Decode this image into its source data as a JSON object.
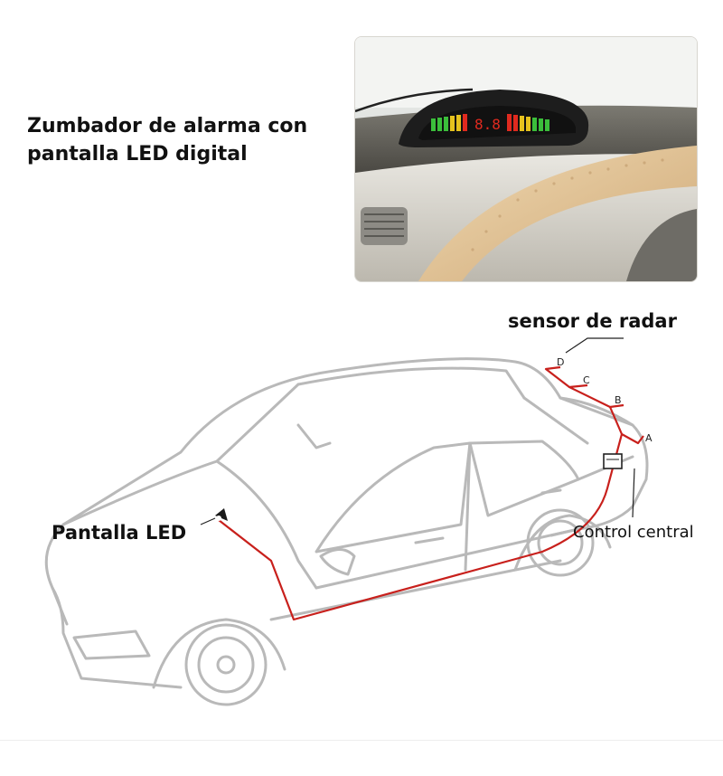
{
  "headline": "Zumbador de alarma con pantalla LED digital",
  "labels": {
    "radar_sensor": "sensor de radar",
    "led_display": "Pantalla LED",
    "control_unit": "Control central"
  },
  "sensors": [
    "A",
    "B",
    "C",
    "D"
  ],
  "colors": {
    "wire": "#c8201c",
    "car_outline": "#b9b9b9",
    "led_green": "#3bbf3b",
    "led_yellow": "#e6c21d",
    "led_red": "#e02a1f"
  }
}
